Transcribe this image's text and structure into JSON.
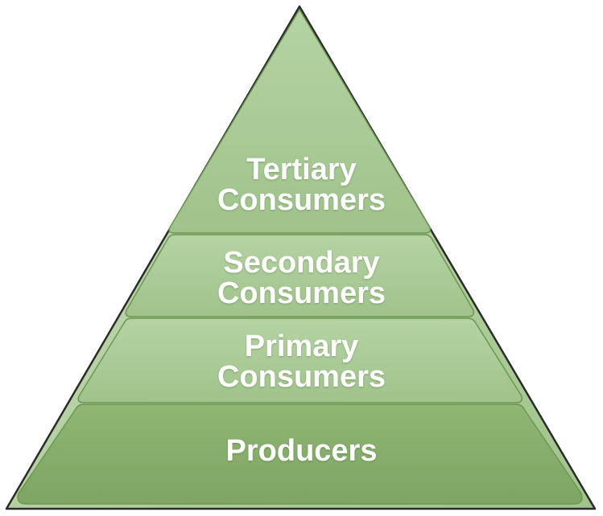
{
  "diagram": {
    "levels": [
      {
        "id": "tertiary",
        "line1": "Tertiary",
        "line2": "Consumers"
      },
      {
        "id": "secondary",
        "line1": "Secondary",
        "line2": "Consumers"
      },
      {
        "id": "primary",
        "line1": "Primary",
        "line2": "Consumers"
      },
      {
        "id": "producers",
        "line1": "Producers",
        "line2": ""
      }
    ]
  },
  "colors": {
    "outline": "#2b2b2b",
    "apex_fill": "#b4d1a4",
    "tertiary_fill": "#a9c997",
    "secondary_fill": "#a6c894",
    "primary_fill": "#a8ca95",
    "producers_fill": "#86ad69",
    "band_edge": "#6c9652",
    "label_text": "#ffffff"
  }
}
